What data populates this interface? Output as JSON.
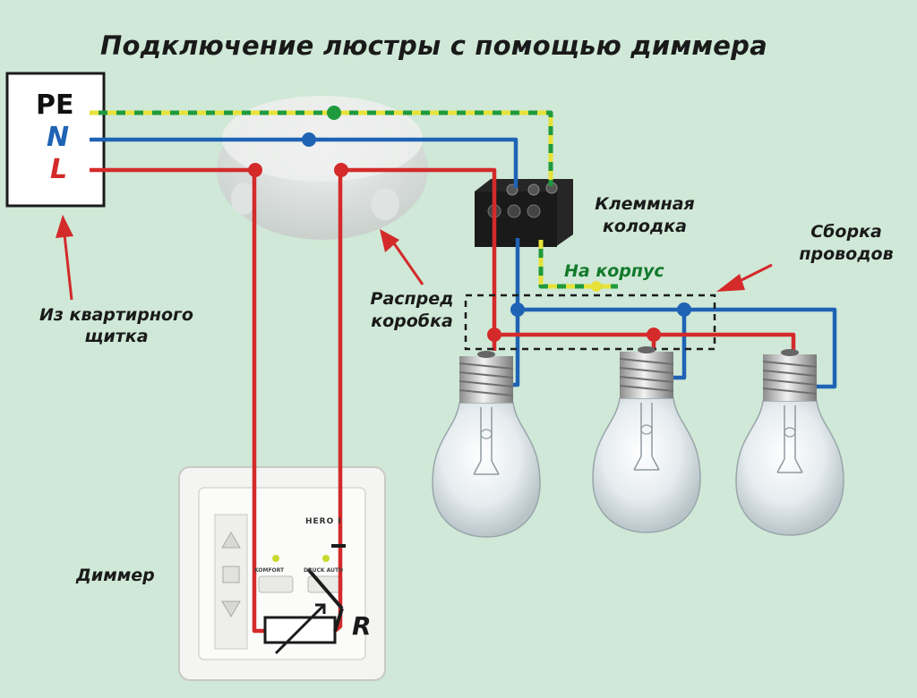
{
  "title": "Подключение люстры с помощью диммера",
  "panel": {
    "pe": "PE",
    "n": "N",
    "l": "L"
  },
  "labels": {
    "source_line1": "Из квартирного",
    "source_line2": "щиткa",
    "terminal_line1": "Клеммная",
    "terminal_line2": "колодка",
    "bundle_line1": "Сборка",
    "bundle_line2": "проводов",
    "junction_line1": "Распред",
    "junction_line2": "коробка",
    "to_body": "На корпус",
    "dimmer": "Диммер",
    "resistor": "R"
  },
  "dimmer_device": {
    "brand": "HERO I",
    "button1": "KOMFORT",
    "button2": "DRUCK AUTO"
  },
  "colors": {
    "background": "#cfe8d7",
    "phase": "#d42a2a",
    "neutral": "#1f63b5",
    "ground_green": "#1f9a3c",
    "ground_yellow": "#e7e23a"
  },
  "bulb_count": 3
}
